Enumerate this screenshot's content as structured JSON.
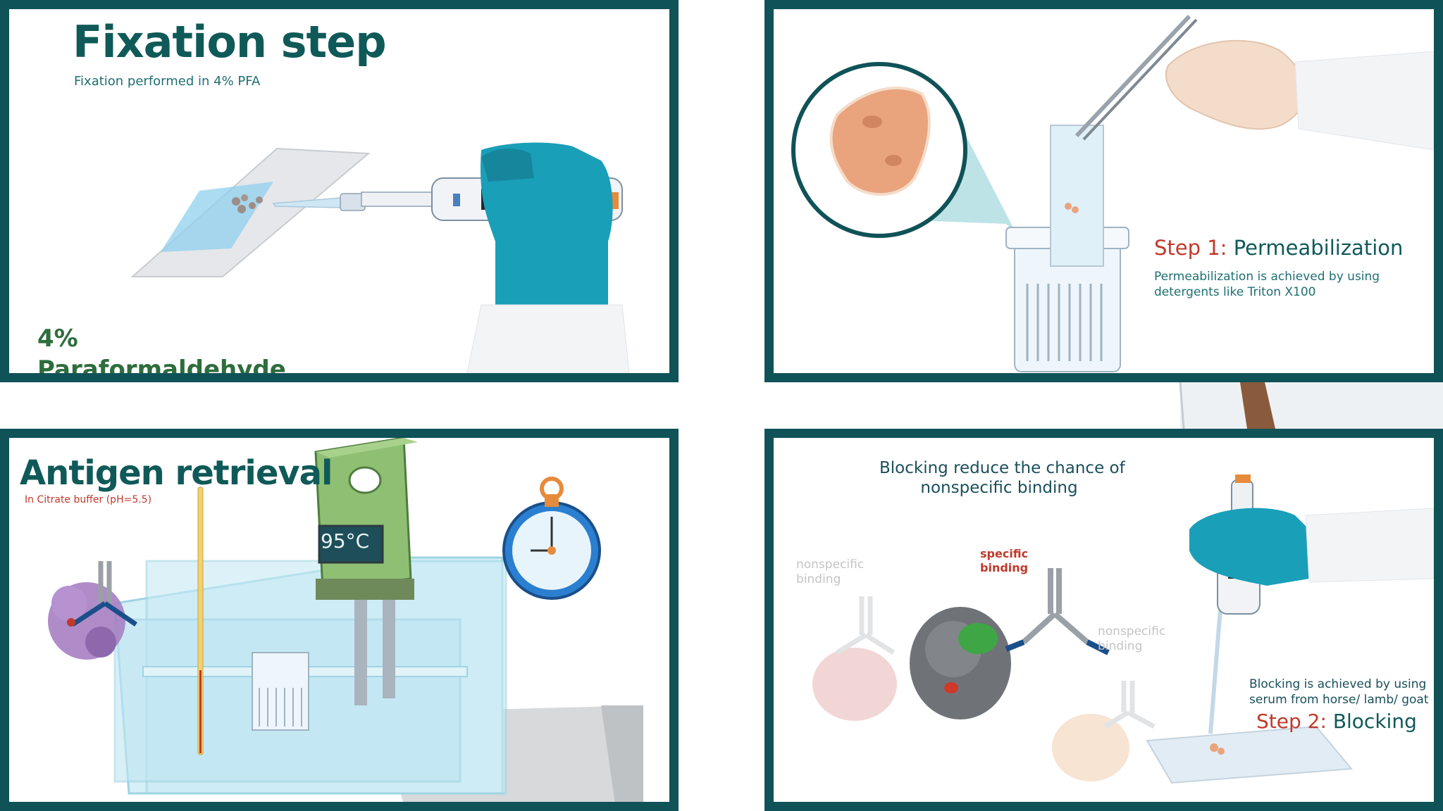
{
  "panels": {
    "fixation": {
      "title": "Fixation step",
      "subtitle": "Fixation performed in 4% PFA",
      "reagent_line1": "4%",
      "reagent_line2": "Paraformaldehyde"
    },
    "permeabilization": {
      "step_prefix": "Step 1:",
      "step_name": "Permeabilization",
      "desc_line1": "Permeabilization is achieved by using",
      "desc_line2": "detergents like Triton X100"
    },
    "antigen": {
      "title": "Antigen retrieval",
      "subtitle": "In Citrate buffer (pH=5.5)",
      "temperature": "95°C"
    },
    "blocking": {
      "heading_line1": "Blocking reduce the chance of",
      "heading_line2": "nonspecific binding",
      "nonspecific_left_line1": "nonspecific",
      "nonspecific_left_line2": "binding",
      "specific_line1": "specific",
      "specific_line2": "binding",
      "nonspecific_right_line1": "nonspecific",
      "nonspecific_right_line2": "binding",
      "desc_line1": "Blocking  is achieved by using",
      "desc_line2": "serum from horse/ lamb/ goat",
      "step_prefix": "Step 2:",
      "step_name": "Blocking"
    }
  },
  "colors": {
    "frame": "#0f5257",
    "title": "#0f5a58",
    "accent_red": "#c0392b",
    "glove": "#1a9fb8"
  }
}
